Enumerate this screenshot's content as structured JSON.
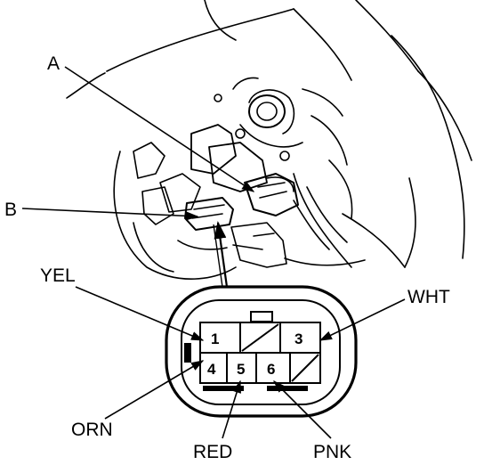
{
  "callouts": {
    "a": "A",
    "b": "B"
  },
  "wire_colors": {
    "yel": "YEL",
    "wht": "WHT",
    "orn": "ORN",
    "red": "RED",
    "pnk": "PNK"
  },
  "pins": [
    "1",
    "3",
    "4",
    "5",
    "6"
  ]
}
